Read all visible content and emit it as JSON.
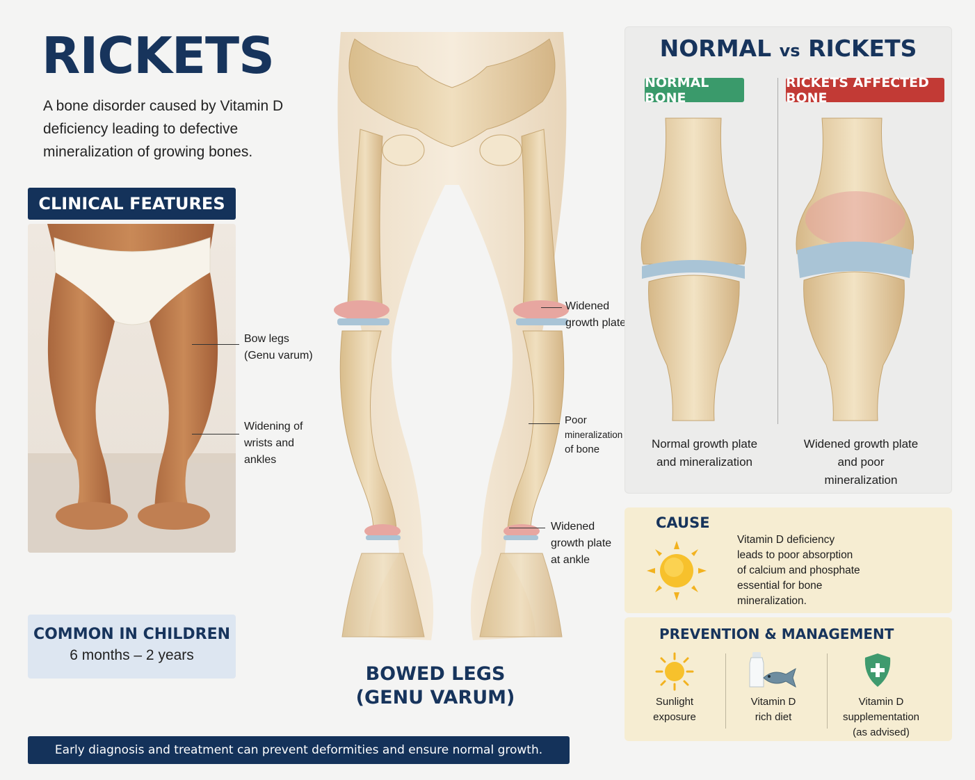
{
  "title": "RICKETS",
  "subtitle": "A bone disorder caused by Vitamin D deficiency leading to defective mineralization of growing bones.",
  "clinical_features": {
    "heading": "CLINICAL FEATURES",
    "labels": {
      "bow_legs_line1": "Bow legs",
      "bow_legs_line2": "(Genu varum)",
      "wrists_line1": "Widening of",
      "wrists_line2": "wrists and",
      "wrists_line3": "ankles"
    }
  },
  "common": {
    "title": "COMMON IN CHILDREN",
    "age": "6 months – 2 years"
  },
  "legs_diagram": {
    "label_growth_plate_1": "Widened",
    "label_growth_plate_2": "growth plate",
    "label_poor_1": "Poor",
    "label_poor_2": "mineralization",
    "label_poor_3": "of bone",
    "label_ankle_1": "Widened",
    "label_ankle_2": "growth plate",
    "label_ankle_3": "at ankle",
    "title_line1": "BOWED LEGS",
    "title_line2": "(GENU VARUM)"
  },
  "footer": "Early diagnosis and treatment can prevent deformities and ensure normal growth.",
  "comparison": {
    "title_a": "NORMAL",
    "title_vs": "vs",
    "title_b": "RICKETS",
    "normal_tag": "NORMAL BONE",
    "rickets_tag": "RICKETS AFFECTED BONE",
    "normal_caption_1": "Normal growth plate",
    "normal_caption_2": "and mineralization",
    "rickets_caption_1": "Widened growth plate",
    "rickets_caption_2": "and poor",
    "rickets_caption_3": "mineralization"
  },
  "cause": {
    "heading": "CAUSE",
    "text_1": "Vitamin D deficiency",
    "text_2": "leads to poor absorption",
    "text_3": "of calcium and phosphate",
    "text_4": "essential for bone",
    "text_5": "mineralization."
  },
  "prevention": {
    "heading": "PREVENTION & MANAGEMENT",
    "sun_1": "Sunlight",
    "sun_2": "exposure",
    "diet_1": "Vitamin D",
    "diet_2": "rich diet",
    "supp_1": "Vitamin D",
    "supp_2": "supplementation",
    "supp_3": "(as advised)"
  },
  "colors": {
    "navy": "#14325a",
    "green_tag": "#3a9a6b",
    "red_tag": "#c23a35",
    "bone": "#ead9b6",
    "growth_plate": "#a9c4d6"
  },
  "icons": [
    "sun-icon",
    "milk-bottle-icon",
    "fish-icon",
    "shield-plus-icon"
  ]
}
